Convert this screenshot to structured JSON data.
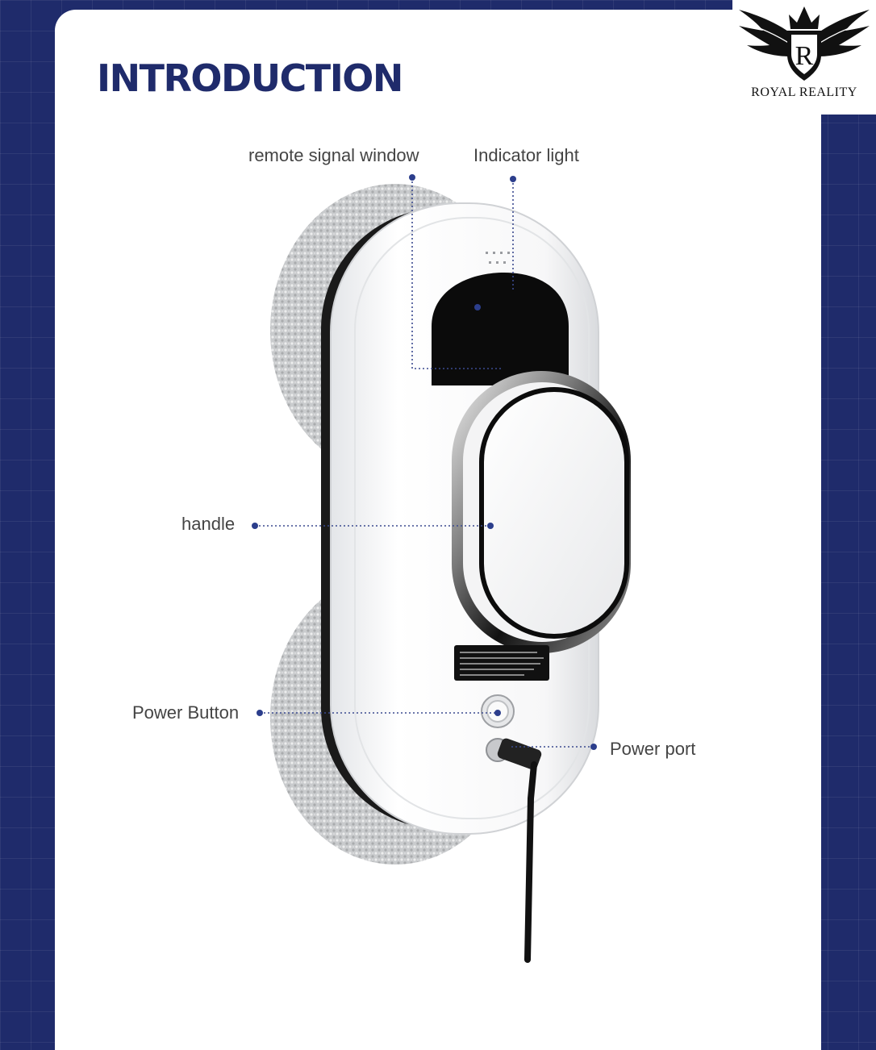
{
  "header": {
    "title": "INTRODUCTION"
  },
  "brand": {
    "name": "ROYAL REALITY",
    "monogram": "R"
  },
  "labels": {
    "remote_signal_window": "remote signal window",
    "indicator_light": "Indicator light",
    "handle": "handle",
    "power_button": "Power Button",
    "power_port": "Power port"
  },
  "colors": {
    "navy": "#1f2b6b",
    "accent_dot": "#2c3e8c"
  }
}
